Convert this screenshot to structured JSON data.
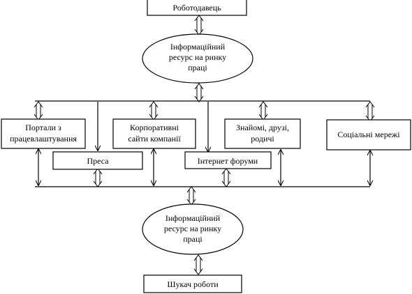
{
  "nodes": {
    "employer": "Роботодавець",
    "info_top": [
      "Інформаційний",
      "ресурс на ринку",
      "праці"
    ],
    "portals": [
      "Портали з",
      "працевлаштування"
    ],
    "press": "Преса",
    "corp": [
      "Корпоративні",
      "сайти компанії"
    ],
    "forums": "Інтернет  форуми",
    "friends": [
      "Знайомі, друзі,",
      "родичі"
    ],
    "social": "Соціальні мережі",
    "info_bottom": [
      "Інформаційний",
      "ресурс на ринку",
      "праці"
    ],
    "seeker": "Шукач роботи"
  }
}
